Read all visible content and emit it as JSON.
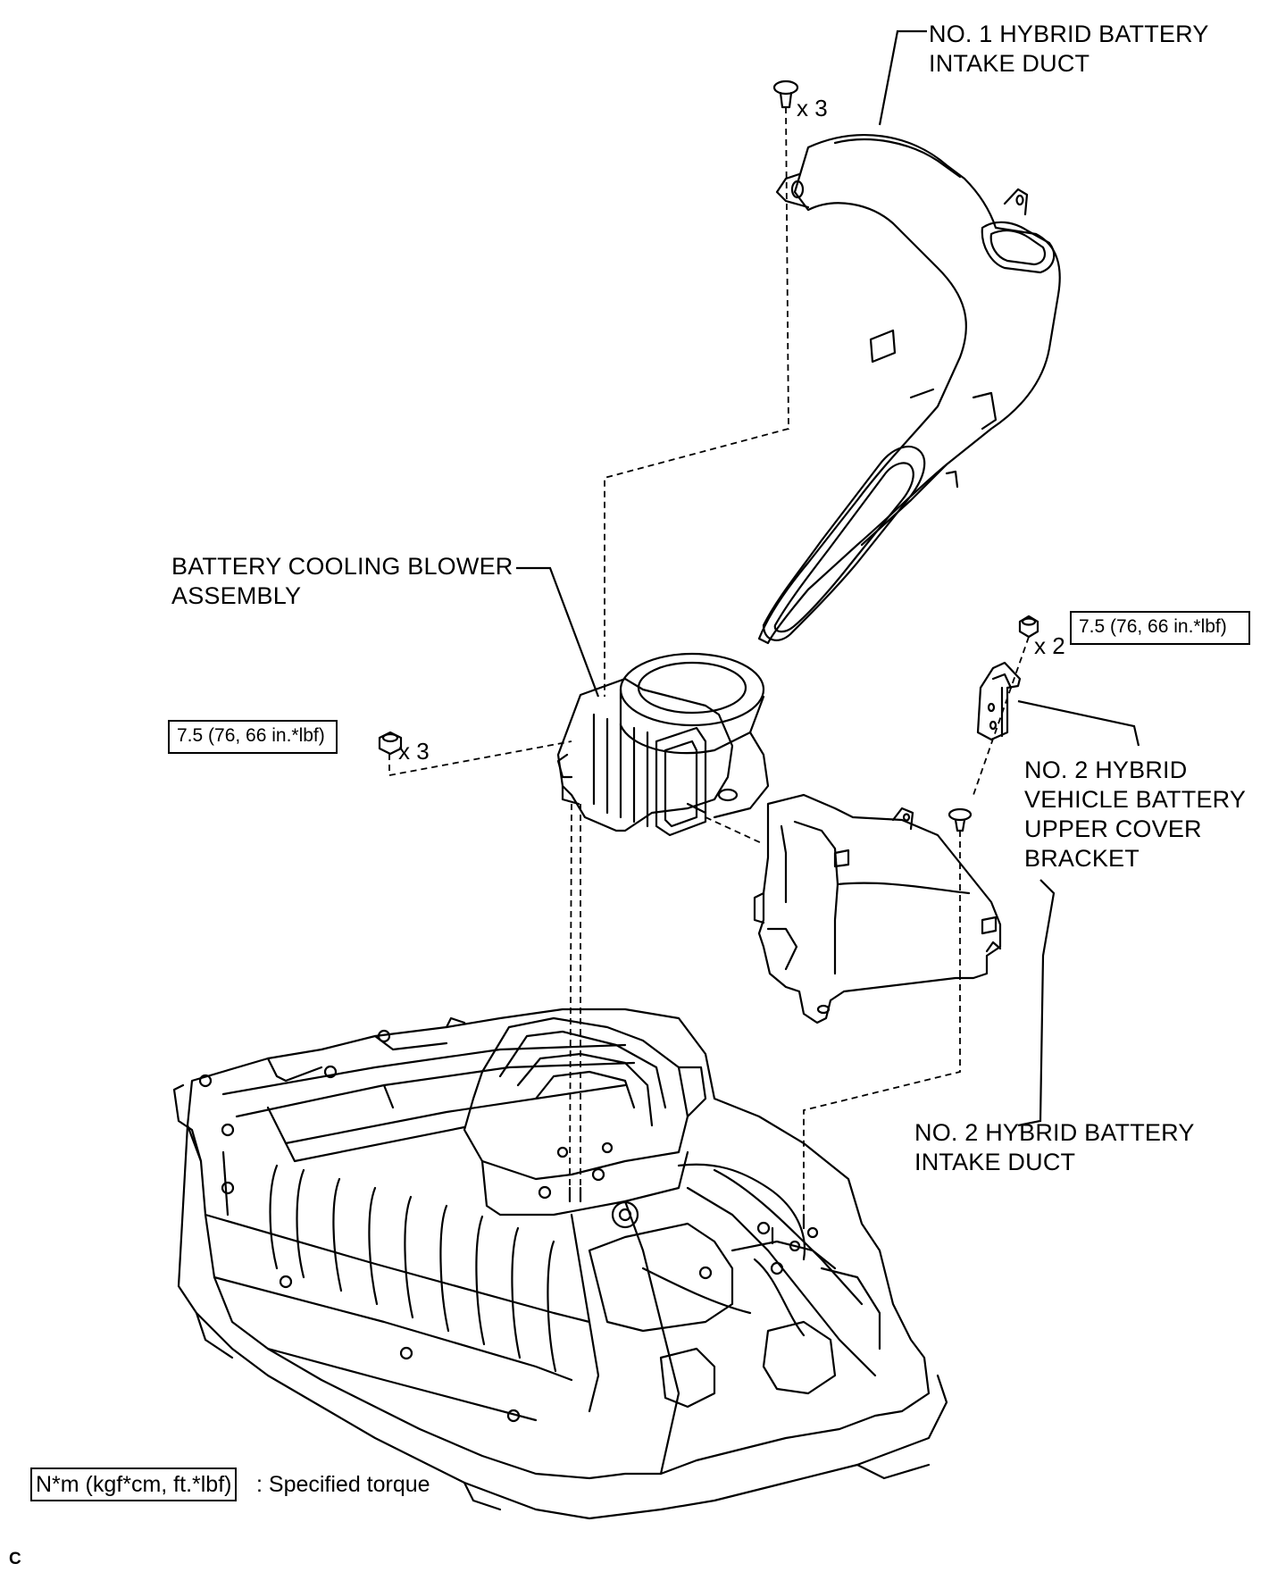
{
  "labels": {
    "intake_duct_1": [
      "NO. 1 HYBRID BATTERY",
      "INTAKE DUCT"
    ],
    "blower": [
      "BATTERY COOLING BLOWER",
      "ASSEMBLY"
    ],
    "bracket": [
      "NO. 2 HYBRID",
      "VEHICLE BATTERY",
      "UPPER COVER",
      "BRACKET"
    ],
    "intake_duct_2": [
      "NO. 2 HYBRID BATTERY",
      "INTAKE DUCT"
    ]
  },
  "torque_specs": {
    "left_nuts": "7.5 (76, 66 in.*lbf)",
    "right_nuts": "7.5 (76, 66 in.*lbf)"
  },
  "quantities": {
    "clips_top": "x 3",
    "nuts_left": "x 3",
    "nuts_right": "x 2"
  },
  "legend": {
    "unit_box": "N*m (kgf*cm, ft.*lbf)",
    "description": ": Specified torque"
  },
  "footer_code": "C"
}
